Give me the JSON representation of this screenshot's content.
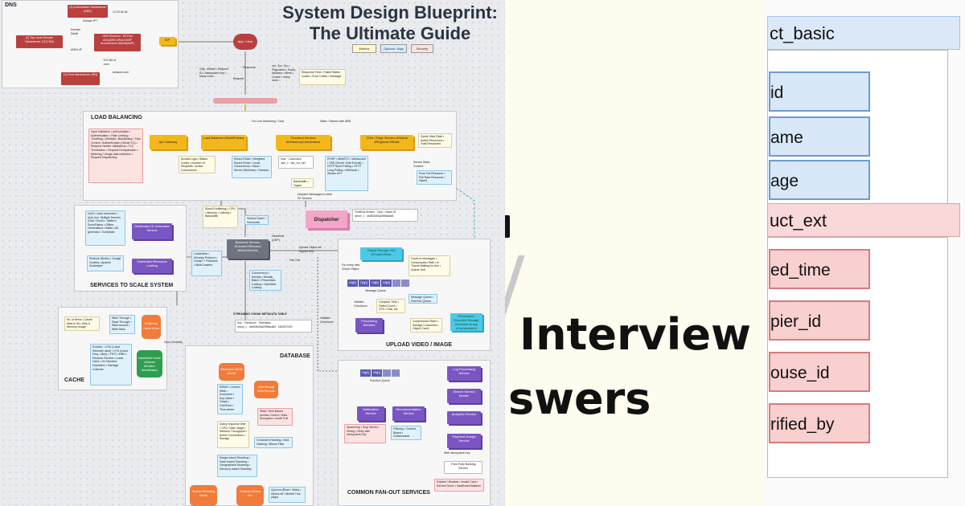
{
  "blueprint": {
    "title_line1": "System Design Blueprint:",
    "title_line2": "The Ultimate Guide",
    "legend": {
      "metrics": "Metrics",
      "options": "Options / Algo",
      "security": "Security"
    },
    "sections": {
      "dns": "DNS",
      "load_balancing": "LOAD BALANCING",
      "services": "SERVICES TO SCALE SYSTEM",
      "cache": "CACHE",
      "database": "DATABASE",
      "upload": "UPLOAD VIDEO / IMAGE",
      "fanout": "COMMON FAN-OUT SERVICES"
    },
    "dns": {
      "ans": "(3) Authoritative Nameserver (ANS)",
      "tld": "(2) Top Level Domain Nameserver (TLD NS)",
      "root": "(1) Root Nameserver (RN)",
      "resolver": "DNS Resolver : 53 Port #GeoDNS #Root #ISP #LocalCache #MultipleIPs",
      "ip": "12.23.34.45",
      "domain_ip": "Domain IP?",
      "domain_detail": "Domain Detail",
      "ans_ip": "ANS's IP",
      "tld_ns": "TLD NS of .com",
      "amazon": "amazon.com",
      "isp": "ISP"
    },
    "client": {
      "app_user": "App / User",
      "request": "Request",
      "response": "Response",
      "req_notes": "Gzip, deflate • Request ID • Idempotent Key • Many more...",
      "resp_notes": "xxx, 3xx, 2xx • Pagination • Expiry Headers • Mime • Cookie • many more...",
      "resp_box": "Response Time • Failed Status Codes • Error Codes / Message"
    },
    "lb": {
      "live": "For Live Streaming / Chat",
      "static": "Static / Stream with ABR",
      "security_list": "Input Validation • Authorization / Authentication • Rate Limiting / Throttling • Whitelist / Blacklisting • Flow Control • Authentication (OAuth 2.0) • Request Header Validations • TLS Termination • Request Deduplication • Metering / Usage data collection • Request Dispatching",
      "api_gateway": "Api Gateway",
      "load_balancer": "Load Balancer #MultiPrimary",
      "frontend": "Frontend Servers #InMemoryConnections",
      "cdn": "CDN / Edge Servers #Global #Regional #Static",
      "gw_metrics": "Access Logs • Status Codes • Number of Requests • Active Connections",
      "lb_options": "Round Robin • Weighted Round Robin • Least Connections • Hash / Server Stickiness • Random",
      "conn_user": "User",
      "conn_connection": "Connection",
      "conn_row_user": "user_1",
      "conn_row_conn": "abc_xxx_def",
      "bandwidth": "Bandwidth • Topics",
      "protocols": "RTMP • WebRTC • Websocket • SSE (Server Side Events) • HTTP Short Polling • HTTP Long Polling • Webhook • Stream API",
      "cdn_metrics": "Cache Miss Rate • Active Resources • Total Resources",
      "serves": "Serves Static Content",
      "push_pull": "Push Hot Resource • Pull Rare Resource • Hybrid",
      "dispatch": "Dispatch Messages to other FE Servers",
      "dispatcher": "Dispatcher",
      "fe_servers": "FrontEnd Servers",
      "topic_object": "Topic / Object ID",
      "row_server": "server_1",
      "row_topic": "asd534sf3q23f98asdk5"
    },
    "services": {
      "uuid_list": "UUID • Auto Increment • Auto Incr. Multiple Servers (Odd / Even) • Twitter's SnowFlakes • Offline Generations • Baidu UID generator • Sonyflake",
      "distributed_id": "Distributed ID Generator Service",
      "locking_list": "Redlock (Redis) • Google Chubby • Apache Zookeeper",
      "resource_locking": "Distributed Resource Locking",
      "health": "Slow(!!! buffering) • CPU • Memory • Latency • Bandwidth",
      "scale": "Vertical Scale • Horizontal",
      "heartbeat": "Heartbeat (UDP)",
      "backend": "Backend Servers #ClusterOfServers #MicroService",
      "leaders": "Leaderless • #Gossip Protocol • Leader + Followers • Multi Leaders",
      "concurrency": "Concurrency • Serially • Serially Batch • Pessimistic Locking • Optimistic Locking",
      "fan_out": "Fan Out",
      "upload_url": "Upload Object via Signed URL"
    },
    "upload": {
      "object_storage": "Object Storage #S3 #Chunk #Raw",
      "os_metrics": "Count of messages • Consumption Rate • In Transit Waiting for Ack • Queue Unit",
      "every_chunk": "For every new Chunk Object",
      "queue": [
        "Obj[0]",
        "Obj[1]",
        "Obj[2]",
        "Obj[3]"
      ],
      "message_queue": "Message Queue",
      "validate": "Validate Checksum",
      "compute": "Compute Time • Failed Count • CPU / Disk, etc",
      "mq_options": "Message Queue • Pub/Sub Queue",
      "processing": "Processing Workers",
      "compression": "Compression Ratio • Storage Consumed • Object Count",
      "processed": "Processed / Encoded Storage #Content #Lazy #Compression"
    },
    "cache": {
      "metrics": "No. of items • Cache Miss & Hit • Disk & Memory Usage",
      "in_memory": "In Memory Cache #Fast",
      "writes": "Write Through • Read Through • Write Around • Write Back",
      "sync": "Sync Centrally",
      "eviction": "Eviction: • LRU (Least Recently used) • LFU (Least Freq. Used) • FIFO • MRU • Random Eviction • Least Used • On Demand Expiration • Garbage Collector",
      "distributed": "Distributed Cache #Shared #Eviction #Invalidation",
      "validate_checksum": "Validate Checksum"
    },
    "database": {
      "streaming": "STREAMING CHUNK METADATA TABLE",
      "col_key": "Key",
      "col_checksum": "Checksum",
      "col_timestamp": "Timestamp",
      "row_key": "chunk_1",
      "row_checksum": "asd534sf3q23f98asdk5",
      "row_timestamp": "1553297423",
      "databases": "Databases #ACID #BASE",
      "db_types": "RDMS • Column Wide • Document • Key-Value • Graph • GuidTime • Time-series",
      "cold": "Cold Storage #Old Records",
      "rbac": "RBAC Role Based Access Control • Data Encryption • Audit Trail",
      "query": "Query response time • CPU / Disk Usage • Network Throughput • Active Connections • Storage",
      "hashing": "Consistent Hashing • Mod Hashing / Bloom Filter",
      "sharding": "Range based Sharding • Hash based Sharding • Geographical Sharding • Directory based Sharding",
      "shards": "Shards #Sharding #Hash",
      "replicas": "Replicas #Cross Geo",
      "quorum": "Quorum (Read / Write) • Hinted-off • Merkle Tree (Algo)"
    },
    "fanout": {
      "queue": [
        "Obj[0]",
        "Obj[1]"
      ],
      "pubsub": "Pub/Sub Queue",
      "notification": "Notification Service",
      "recommendation": "Recommendation Service",
      "log": "Log Processing Service",
      "search": "Search Service #Index",
      "analytics": "Analytics Service",
      "payment": "Payment charge Service",
      "notif_list": "Spamming • Stop Words • Debug • Retry with Idempotent Key",
      "filtering": "Filtering • Content Based • Collaborative",
      "idempotent": "With Idempotent Key",
      "banking": "Third-Party Banking Service",
      "expired": "Expired / Blocked / Invalid Card • Service Down • Insufficient Balance"
    }
  },
  "card": {
    "word1": "Interview",
    "word2": "swers"
  },
  "structs": {
    "basic": {
      "header": "ct_basic",
      "fields": [
        "id",
        "ame",
        "age"
      ]
    },
    "ext": {
      "header": "uct_ext",
      "fields": [
        "ed_time",
        "pier_id",
        "ouse_id",
        "rified_by"
      ]
    }
  }
}
